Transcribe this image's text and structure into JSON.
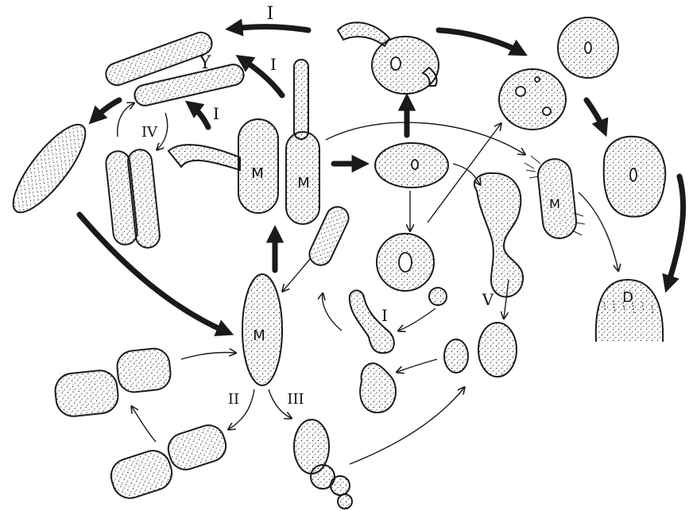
{
  "labels": {
    "roman_1": "I",
    "roman_2": "II",
    "roman_3": "III",
    "roman_4": "IV",
    "roman_5": "V",
    "letter_y": "Y",
    "letter_m": "M",
    "letter_d": "D"
  },
  "colors": {
    "ink": "#1a1a1a",
    "cell_fill": "#ffffff",
    "background": "#ffffff"
  }
}
